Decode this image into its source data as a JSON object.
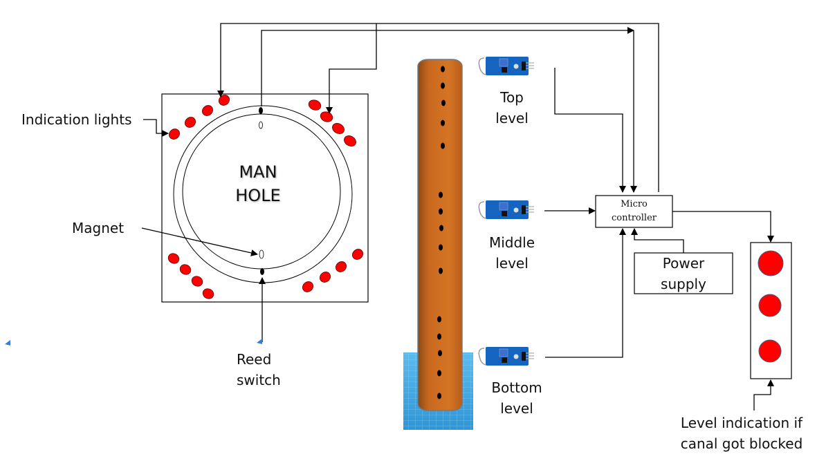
{
  "manhole": {
    "title_line1": "MAN",
    "title_line2": "HOLE",
    "indication_lights_count": 16
  },
  "labels": {
    "indication_lights": "Indication lights",
    "magnet": "Magnet",
    "reed_switch_line1": "Reed",
    "reed_switch_line2": "switch",
    "top_level_line1": "Top",
    "top_level_line2": "level",
    "middle_level_line1": "Middle",
    "middle_level_line2": "level",
    "bottom_level_line1": "Bottom",
    "bottom_level_line2": "level",
    "level_indication_line1": "Level indication if",
    "level_indication_line2": "canal got blocked"
  },
  "microcontroller": {
    "line1": "Micro",
    "line2": "controller"
  },
  "power_supply": {
    "line1": "Power",
    "line2": "supply"
  },
  "level_indicator": {
    "lamp_count": 3
  },
  "colors": {
    "lamp_red": "#ff0000",
    "pipe_orange": "#d2691e",
    "sensor_blue": "#1565c0",
    "water_blue": "#4fb3e8"
  }
}
